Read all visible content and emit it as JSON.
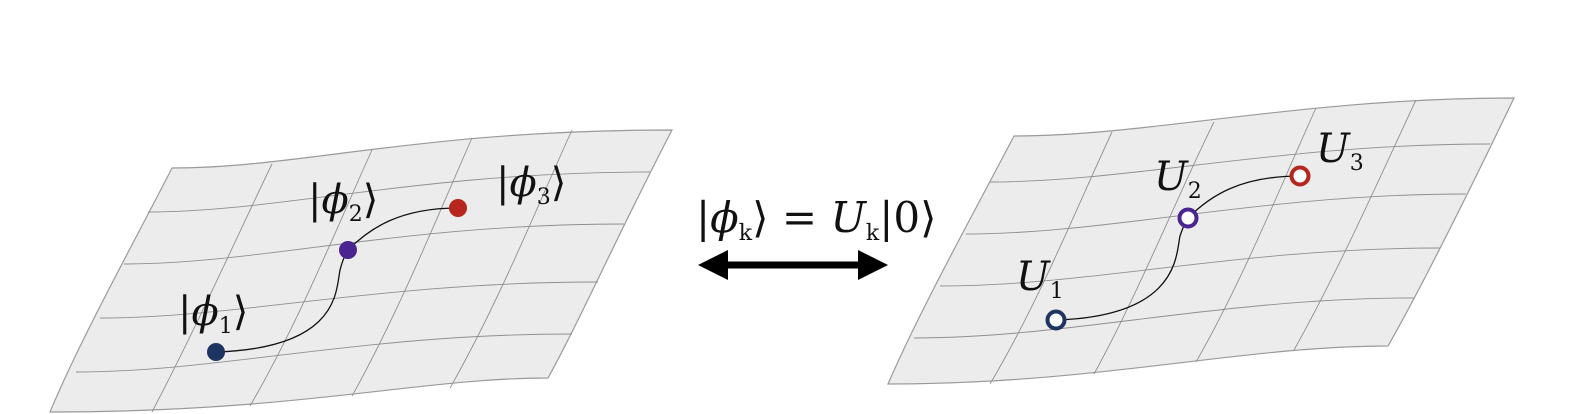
{
  "left_manifold": {
    "states": [
      {
        "ket": "ϕ",
        "sub": "1",
        "color": "#1f3561"
      },
      {
        "ket": "ϕ",
        "sub": "2",
        "color": "#4a2490"
      },
      {
        "ket": "ϕ",
        "sub": "3",
        "color": "#b5261e"
      }
    ]
  },
  "right_manifold": {
    "unitaries": [
      {
        "sym": "U",
        "sub": "1",
        "color": "#1f3561"
      },
      {
        "sym": "U",
        "sub": "2",
        "color": "#4a2490"
      },
      {
        "sym": "U",
        "sub": "3",
        "color": "#b5261e"
      }
    ]
  },
  "equation": {
    "lhs_sym": "ϕ",
    "lhs_sub": "k",
    "eq": "=",
    "rhs_sym": "U",
    "rhs_sub": "k",
    "rhs_ket": "0"
  },
  "arrow": {
    "style": "double-headed",
    "color": "#000000"
  }
}
